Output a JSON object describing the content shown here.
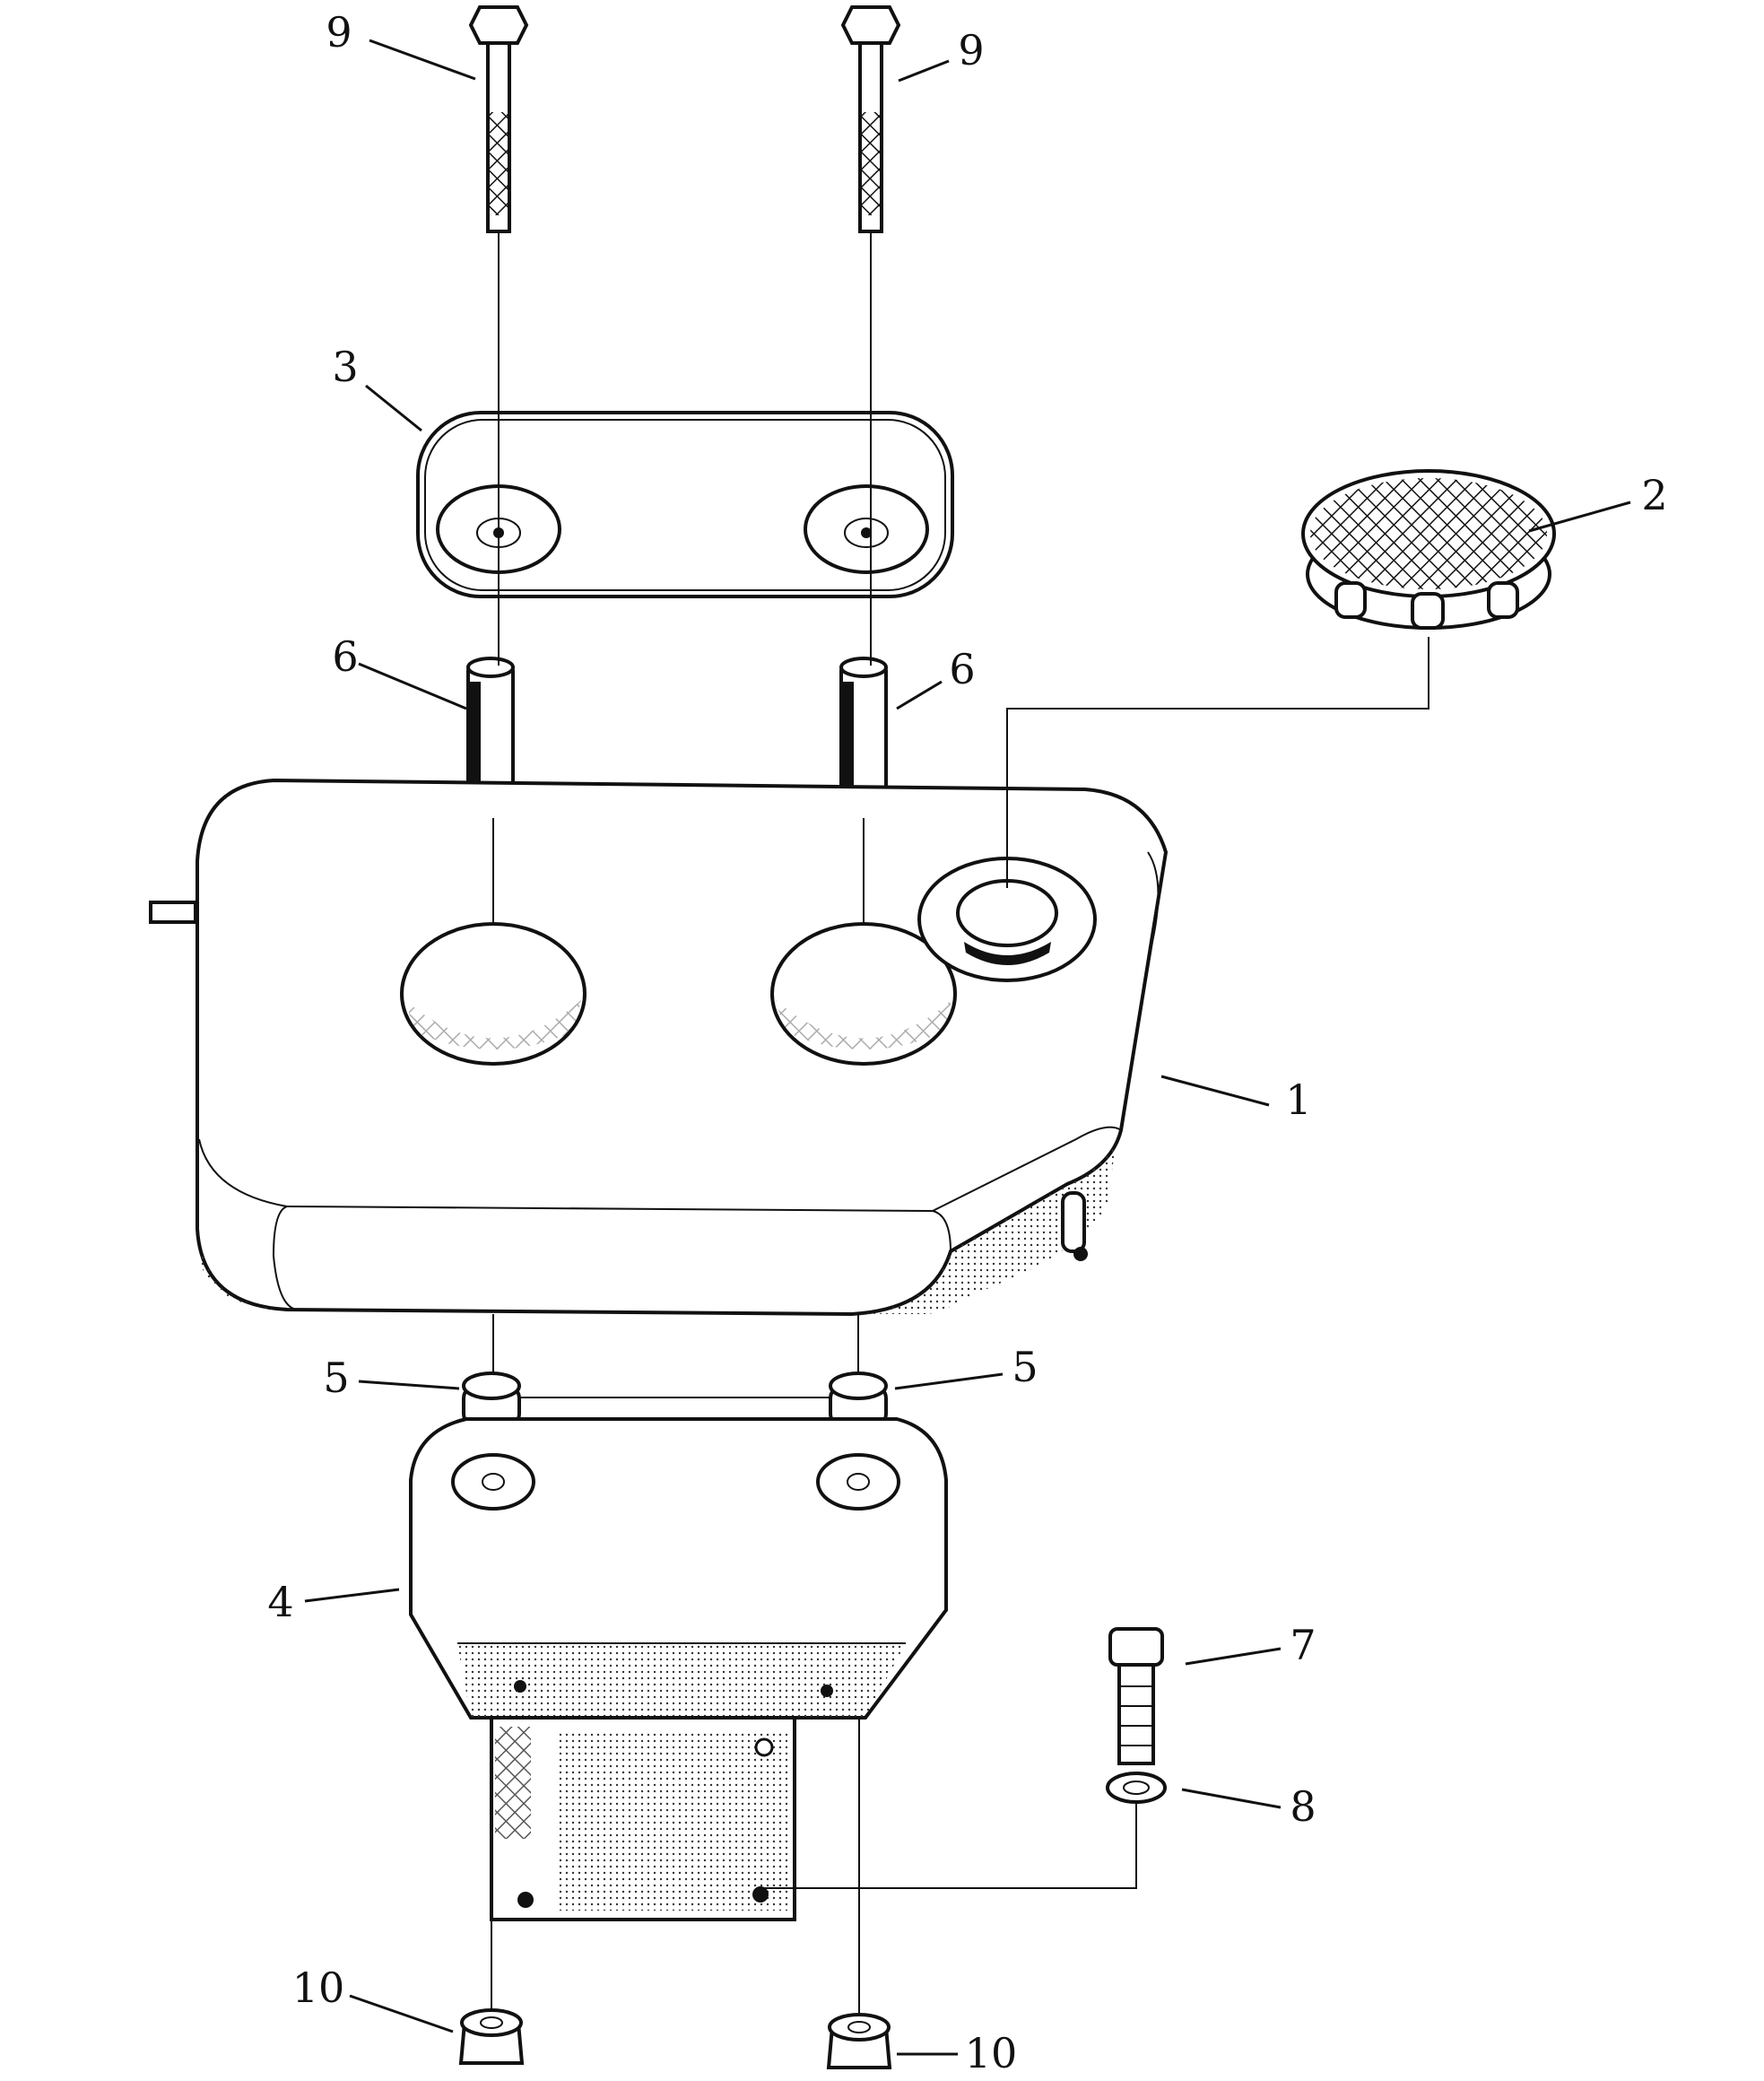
{
  "callouts": [
    {
      "id": "c9a",
      "text": "9"
    },
    {
      "id": "c9b",
      "text": "9"
    },
    {
      "id": "c3",
      "text": "3"
    },
    {
      "id": "c2",
      "text": "2"
    },
    {
      "id": "c6a",
      "text": "6"
    },
    {
      "id": "c6b",
      "text": "6"
    },
    {
      "id": "c1",
      "text": "1"
    },
    {
      "id": "c5a",
      "text": "5"
    },
    {
      "id": "c5b",
      "text": "5"
    },
    {
      "id": "c4",
      "text": "4"
    },
    {
      "id": "c7",
      "text": "7"
    },
    {
      "id": "c8",
      "text": "8"
    },
    {
      "id": "c10a",
      "text": "10"
    },
    {
      "id": "c10b",
      "text": "10"
    }
  ]
}
